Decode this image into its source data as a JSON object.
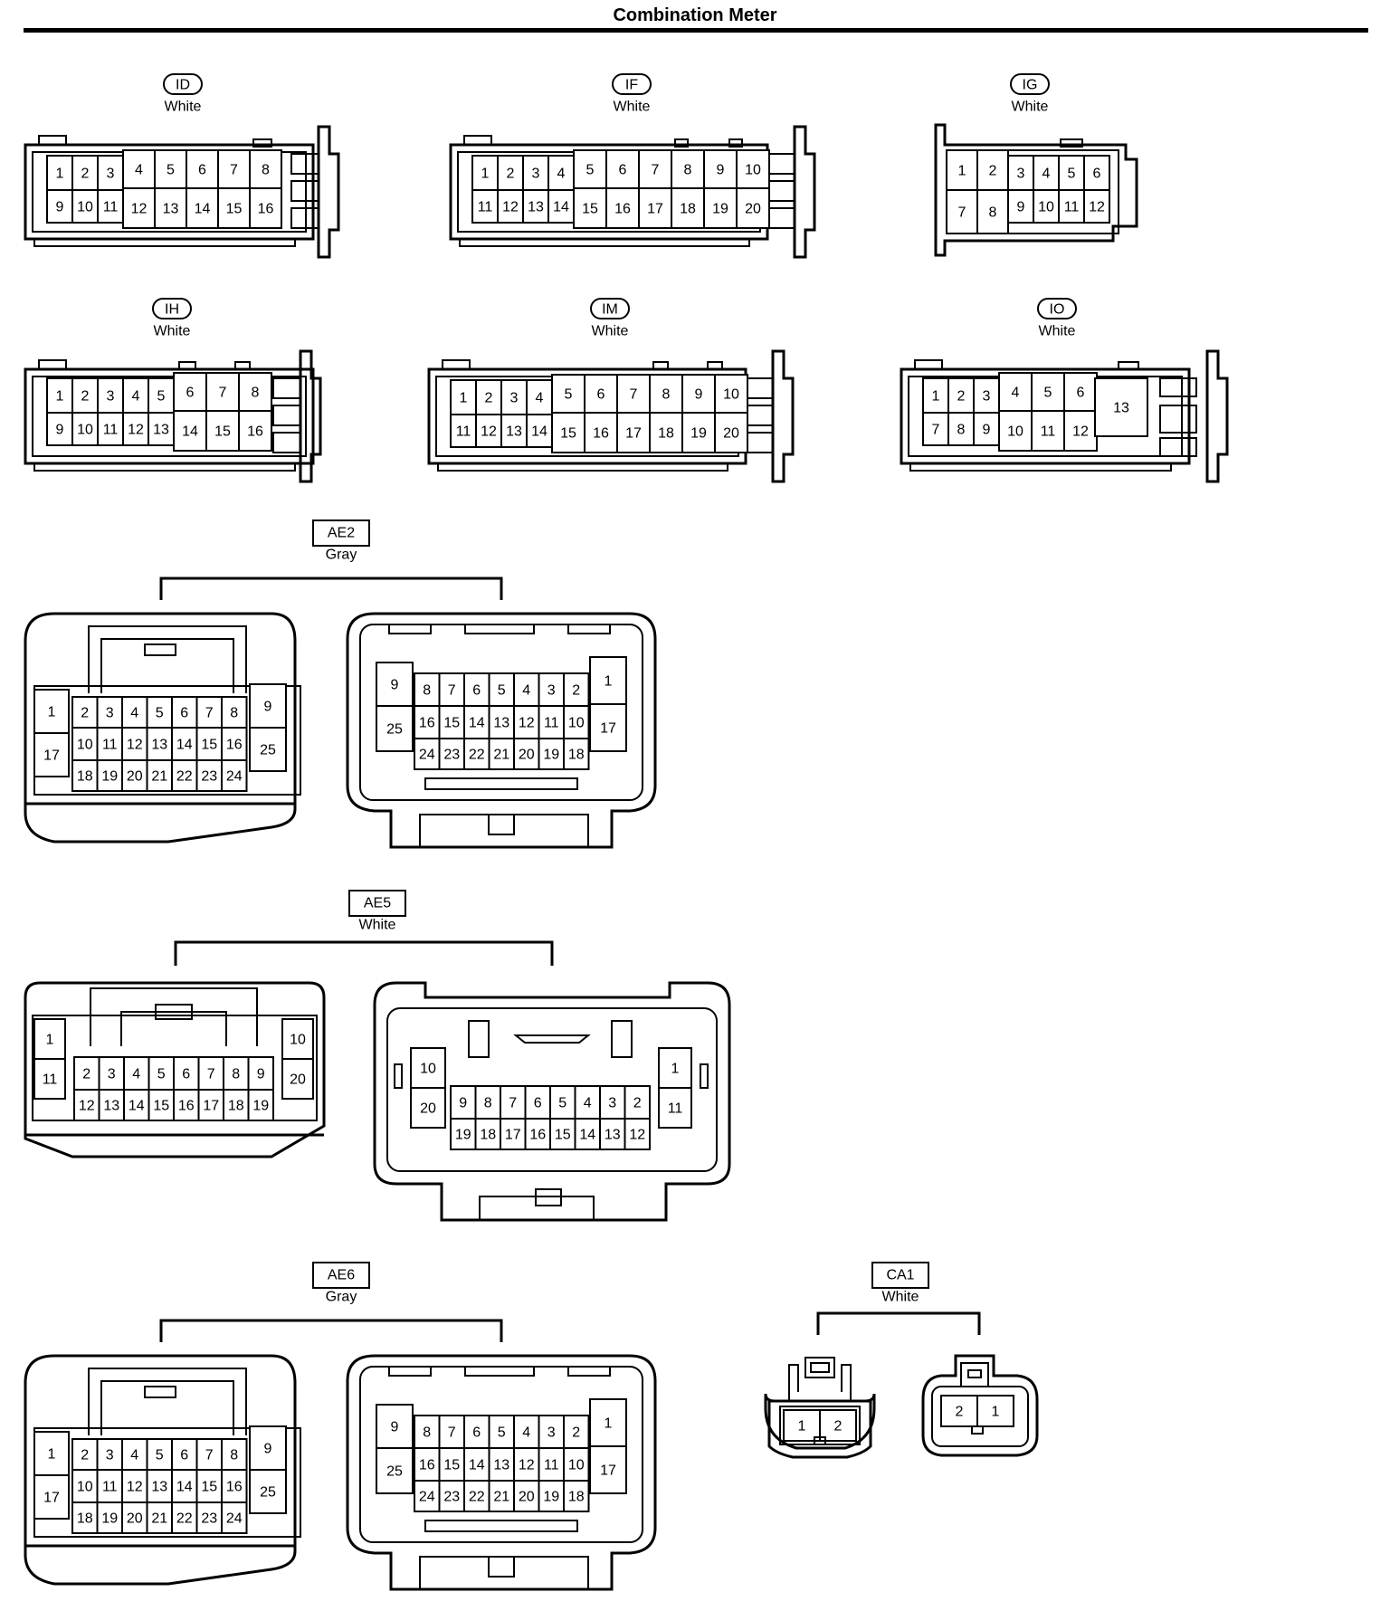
{
  "title": "Combination Meter",
  "connectors": [
    {
      "code": "ID",
      "color": "White",
      "style": "oval",
      "pins": [
        "1",
        "2",
        "3",
        "4",
        "5",
        "6",
        "7",
        "8",
        "9",
        "10",
        "11",
        "12",
        "13",
        "14",
        "15",
        "16"
      ]
    },
    {
      "code": "IF",
      "color": "White",
      "style": "oval",
      "pins": [
        "1",
        "2",
        "3",
        "4",
        "5",
        "6",
        "7",
        "8",
        "9",
        "10",
        "11",
        "12",
        "13",
        "14",
        "15",
        "16",
        "17",
        "18",
        "19",
        "20"
      ]
    },
    {
      "code": "IG",
      "color": "White",
      "style": "oval",
      "pins": [
        "1",
        "2",
        "3",
        "4",
        "5",
        "6",
        "7",
        "8",
        "9",
        "10",
        "11",
        "12"
      ]
    },
    {
      "code": "IH",
      "color": "White",
      "style": "oval",
      "pins": [
        "1",
        "2",
        "3",
        "4",
        "5",
        "6",
        "7",
        "8",
        "9",
        "10",
        "11",
        "12",
        "13",
        "14",
        "15",
        "16"
      ]
    },
    {
      "code": "IM",
      "color": "White",
      "style": "oval",
      "pins": [
        "1",
        "2",
        "3",
        "4",
        "5",
        "6",
        "7",
        "8",
        "9",
        "10",
        "11",
        "12",
        "13",
        "14",
        "15",
        "16",
        "17",
        "18",
        "19",
        "20"
      ]
    },
    {
      "code": "IO",
      "color": "White",
      "style": "oval",
      "pins": [
        "1",
        "2",
        "3",
        "4",
        "5",
        "6",
        "7",
        "8",
        "9",
        "10",
        "11",
        "12",
        "13"
      ]
    },
    {
      "code": "AE2",
      "color": "Gray",
      "style": "box",
      "pins": [
        "1",
        "2",
        "3",
        "4",
        "5",
        "6",
        "7",
        "8",
        "9",
        "10",
        "11",
        "12",
        "13",
        "14",
        "15",
        "16",
        "17",
        "18",
        "19",
        "20",
        "21",
        "22",
        "23",
        "24",
        "25"
      ]
    },
    {
      "code": "AE5",
      "color": "White",
      "style": "box",
      "pins": [
        "1",
        "2",
        "3",
        "4",
        "5",
        "6",
        "7",
        "8",
        "9",
        "10",
        "11",
        "12",
        "13",
        "14",
        "15",
        "16",
        "17",
        "18",
        "19",
        "20"
      ]
    },
    {
      "code": "AE6",
      "color": "Gray",
      "style": "box",
      "pins": [
        "1",
        "2",
        "3",
        "4",
        "5",
        "6",
        "7",
        "8",
        "9",
        "10",
        "11",
        "12",
        "13",
        "14",
        "15",
        "16",
        "17",
        "18",
        "19",
        "20",
        "21",
        "22",
        "23",
        "24",
        "25"
      ]
    },
    {
      "code": "CA1",
      "color": "White",
      "style": "box",
      "pins": [
        "1",
        "2"
      ]
    }
  ]
}
